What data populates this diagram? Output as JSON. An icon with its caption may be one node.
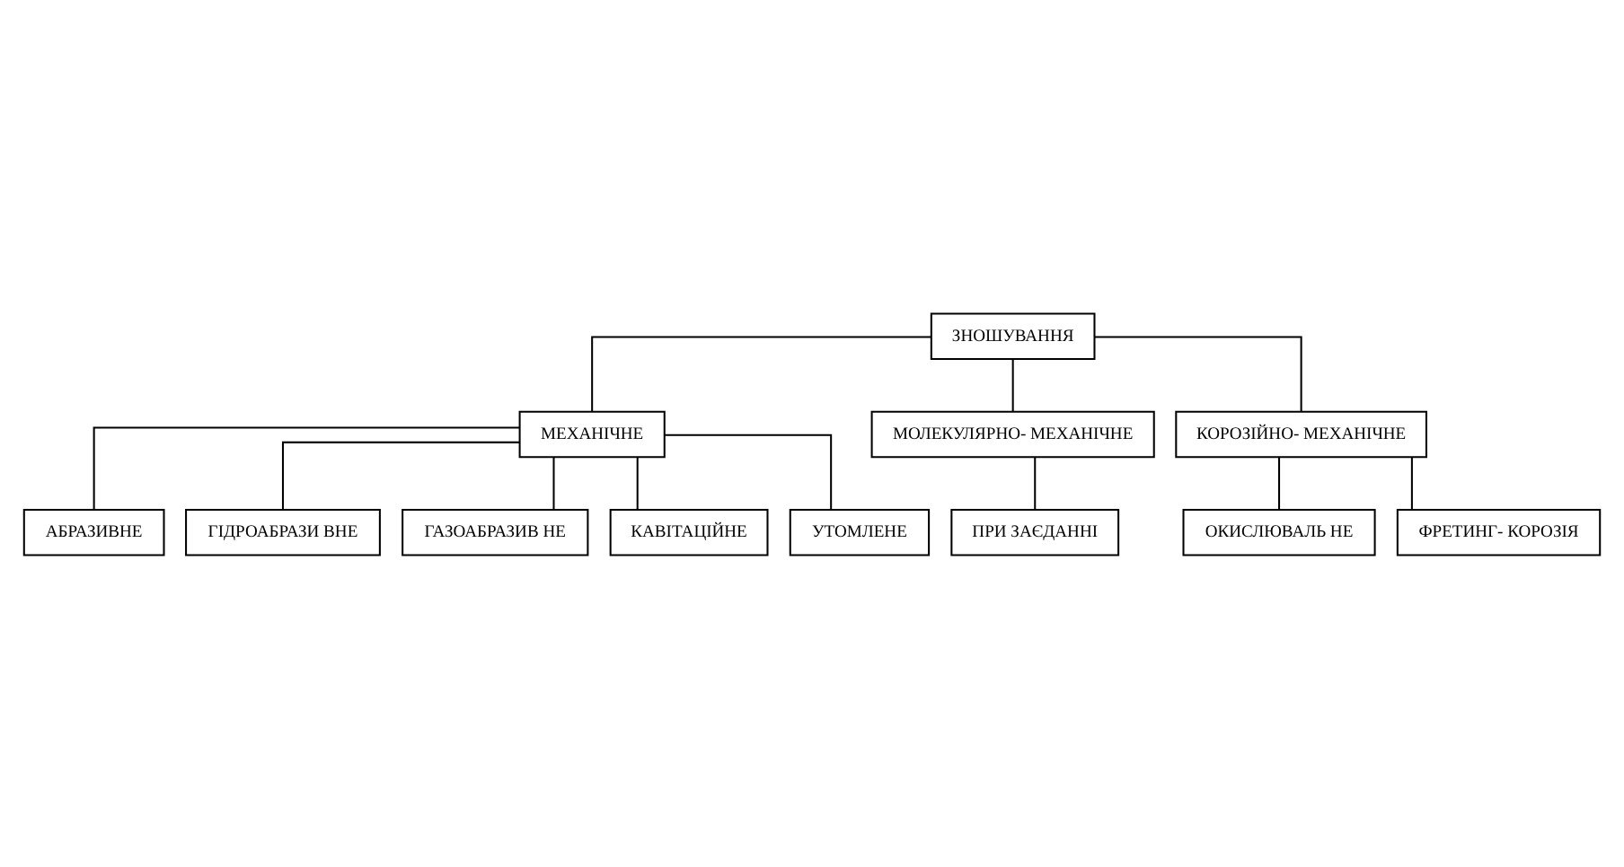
{
  "diagram": {
    "nodes": [
      {
        "text": [
          "ЗНОШУВАННЯ"
        ]
      },
      {
        "text": [
          "МЕХАНІЧНЕ"
        ]
      },
      {
        "text": [
          "МОЛЕКУЛЯРНО- МЕХАНІЧНЕ"
        ]
      },
      {
        "text": [
          "КОРОЗІЙНО- МЕХАНІЧНЕ"
        ]
      },
      {
        "text": [
          "АБРАЗИВНЕ"
        ]
      },
      {
        "text": [
          "ГІДРОАБРАЗИ ВНЕ"
        ]
      },
      {
        "text": [
          "ГАЗОАБРАЗИВ НЕ"
        ]
      },
      {
        "text": [
          "КАВІТАЦІЙНЕ"
        ]
      },
      {
        "text": [
          "УТОМЛЕНЕ"
        ]
      },
      {
        "text": [
          "ПРИ ЗАЄДАННІ"
        ]
      },
      {
        "text": [
          "ОКИСЛЮВАЛЬ НЕ"
        ]
      },
      {
        "text": [
          "ФРЕТИНГ- КОРОЗІЯ"
        ]
      }
    ],
    "edges": [
      {
        "from": 0,
        "to": 1,
        "arrow": "none"
      },
      {
        "from": 0,
        "to": 2,
        "arrow": "none"
      },
      {
        "from": 0,
        "to": 3,
        "arrow": "none"
      },
      {
        "from": 1,
        "to": 4,
        "arrow": "none"
      },
      {
        "from": 1,
        "to": 5,
        "arrow": "none"
      },
      {
        "from": 1,
        "to": 6,
        "arrow": "none"
      },
      {
        "from": 1,
        "to": 7,
        "arrow": "none"
      },
      {
        "from": 1,
        "to": 8,
        "arrow": "none"
      },
      {
        "from": 2,
        "to": 9,
        "arrow": "none"
      },
      {
        "from": 3,
        "to": 10,
        "arrow": "none"
      },
      {
        "from": 3,
        "to": 11,
        "arrow": "none"
      }
    ]
  }
}
